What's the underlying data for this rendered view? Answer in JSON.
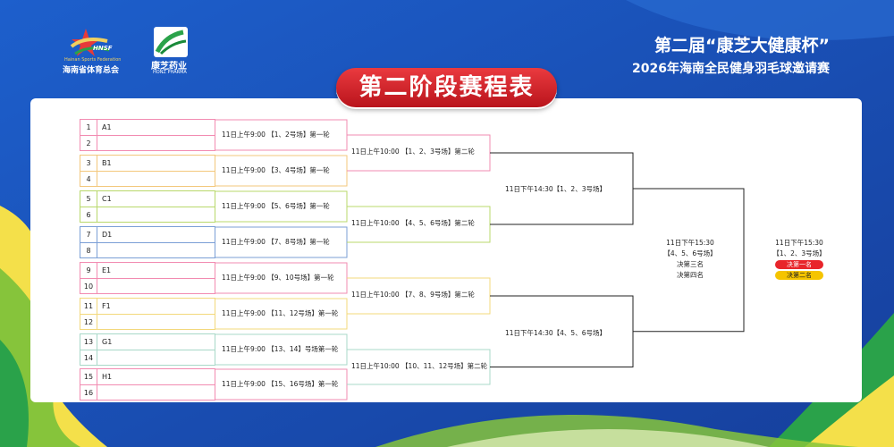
{
  "header": {
    "logo1": {
      "name": "海南省体育总会",
      "subtitle": "Hainan Sports Federation",
      "mark": "HNSF"
    },
    "logo2": {
      "name": "康芝药业",
      "subtitle": "HONZ PHARMA"
    },
    "event_title_line1": "第二届“康芝大健康杯”",
    "event_title_line2": "2026年海南全民健身羽毛球邀请赛",
    "stage_title": "第二阶段赛程表"
  },
  "groups": [
    {
      "seed_a": "1",
      "seed_b": "2",
      "group": "A1",
      "color": "#f28bb1",
      "match": "11日上午9:00 【1、2号场】第一轮"
    },
    {
      "seed_a": "3",
      "seed_b": "4",
      "group": "B1",
      "color": "#f3c77b",
      "match": "11日上午9:00 【3、4号场】第一轮"
    },
    {
      "seed_a": "5",
      "seed_b": "6",
      "group": "C1",
      "color": "#b8d86b",
      "match": "11日上午9:00 【5、6号场】第一轮"
    },
    {
      "seed_a": "7",
      "seed_b": "8",
      "group": "D1",
      "color": "#7b9fd6",
      "match": "11日上午9:00 【7、8号场】第一轮"
    },
    {
      "seed_a": "9",
      "seed_b": "10",
      "group": "E1",
      "color": "#f28bb1",
      "match": "11日上午9:00 【9、10号场】第一轮"
    },
    {
      "seed_a": "11",
      "seed_b": "12",
      "group": "F1",
      "color": "#f3d87b",
      "match": "11日上午9:00 【11、12号场】第一轮"
    },
    {
      "seed_a": "13",
      "seed_b": "14",
      "group": "G1",
      "color": "#a8d8c8",
      "match": "11日上午9:00 【13、14】号场第一轮"
    },
    {
      "seed_a": "15",
      "seed_b": "16",
      "group": "H1",
      "color": "#f28bb1",
      "match": "11日上午9:00 【15、16号场】第一轮"
    }
  ],
  "round2": [
    {
      "label": "11日上午10:00 【1、2、3号场】第二轮",
      "color": "#f28bb1"
    },
    {
      "label": "11日上午10:00 【4、5、6号场】第二轮",
      "color": "#b8d86b"
    },
    {
      "label": "11日上午10:00 【7、8、9号场】第二轮",
      "color": "#f3d87b"
    },
    {
      "label": "11日上午10:00 【10、11、12号场】第二轮",
      "color": "#a8d8c8"
    }
  ],
  "round3": [
    {
      "label": "11日下午14:30【1、2、3号场】"
    },
    {
      "label": "11日下午14:30【4、5、6号场】"
    }
  ],
  "third_place": {
    "line1": "11日下午15:30",
    "line2": "【4、5、6号场】",
    "line3": "决第三名",
    "line4": "决第四名"
  },
  "final": {
    "line1": "11日下午15:30",
    "line2": "【1、2、3号场】",
    "badge1": "决第一名",
    "badge2": "决第二名",
    "badge1_color": "#e8252b",
    "badge2_color": "#f5c400"
  },
  "colors": {
    "background": "#1a4fb5",
    "title_red": "#d4242b",
    "bracket_line": "#222222"
  }
}
